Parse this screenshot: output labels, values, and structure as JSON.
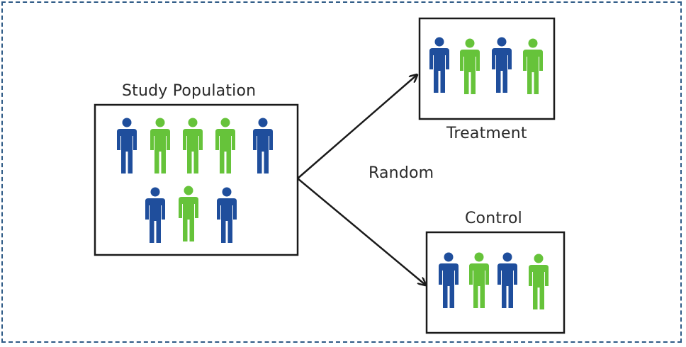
{
  "labels": {
    "study_population": "Study Population",
    "treatment": "Treatment",
    "random": "Random",
    "control": "Control"
  },
  "colors": {
    "blue": "#1f4e9c",
    "green": "#66c33a",
    "frame": "#2e5a86",
    "line": "#1a1a1a"
  },
  "groups": {
    "study_population": [
      "blue",
      "green",
      "green",
      "green",
      "blue",
      "blue",
      "green",
      "blue"
    ],
    "treatment": [
      "blue",
      "green",
      "blue",
      "green"
    ],
    "control": [
      "blue",
      "green",
      "blue",
      "green"
    ]
  }
}
